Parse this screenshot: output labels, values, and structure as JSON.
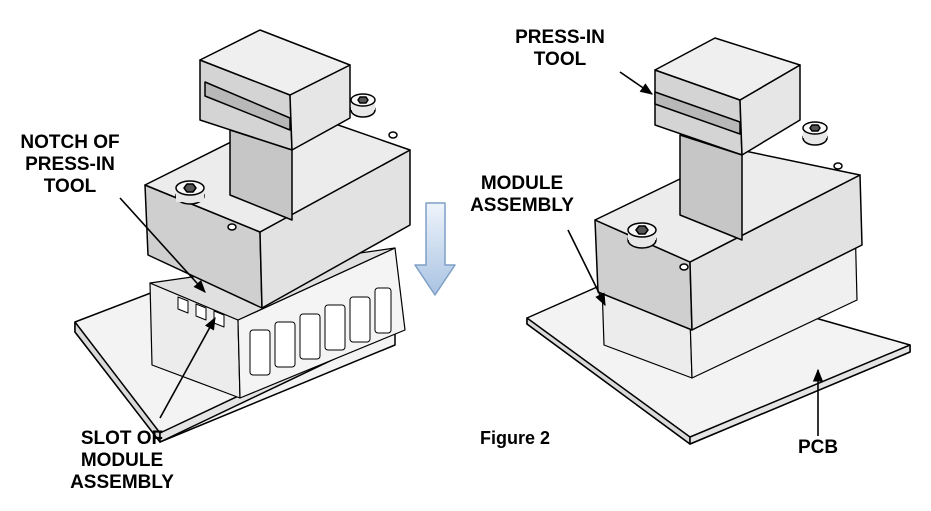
{
  "labels": {
    "notch": [
      "NOTCH OF",
      "PRESS-IN",
      "TOOL"
    ],
    "slot": [
      "SLOT OF",
      "MODULE",
      "ASSEMBLY"
    ],
    "press_in_tool": [
      "PRESS-IN",
      "TOOL"
    ],
    "module_assembly": [
      "MODULE",
      "ASSEMBLY"
    ],
    "pcb": "PCB",
    "figure_caption": "Figure 2"
  },
  "colors": {
    "tool_light": "#e6e6e6",
    "tool_mid": "#cfcfcf",
    "tool_dark": "#a9a9a9",
    "pcb_face": "#f3f3f3",
    "module_face": "#eeeeee",
    "arrow_fill": "#c9daef",
    "arrow_stroke": "#7f9fc6"
  },
  "icons": {
    "direction_arrow": "down-arrow-icon",
    "screw": "hex-socket-screw-icon"
  }
}
